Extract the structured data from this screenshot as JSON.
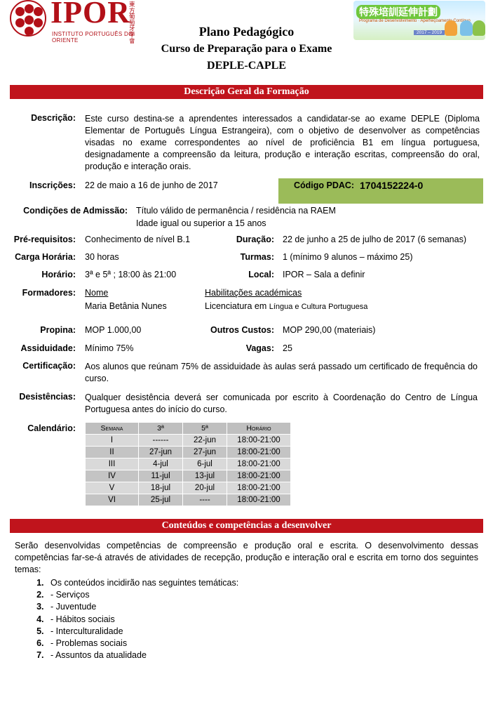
{
  "header": {
    "logo_text": "IPOR",
    "logo_subtitle": "INSTITUTO PORTUGUÊS DO ORIENTE",
    "logo_chinese": "東方葡萄牙學會",
    "banner": {
      "title": "特殊培訓延伸計劃",
      "subtitle": "Programa de Desenvolvimento · Aperfeiçoamento Contínuo",
      "years": "2017 – 2019",
      "accent_color": "#6fc73d"
    },
    "title": "Plano Pedagógico",
    "subtitle": "Curso de Preparação para o Exame",
    "subtitle2": "DEPLE-CAPLE"
  },
  "section1": {
    "heading": "Descrição Geral da Formação",
    "descricao_label": "Descrição:",
    "descricao": "Este curso destina-se a aprendentes interessados a candidatar-se ao exame DEPLE (Diploma Elementar de Português Língua Estrangeira), com o objetivo de desenvolver as competências visadas no exame correspondentes ao nível de proficiência B1 em língua portuguesa, designadamente a compreensão da leitura, produção e interação escritas, compreensão do oral, produção e interação orais.",
    "inscricoes_label": "Inscrições:",
    "inscricoes": "22 de maio a 16 de junho de 2017",
    "pdac_label": "Código PDAC:",
    "pdac_value": "1704152224-0",
    "condicoes_label": "Condições de Admissão:",
    "condicoes_line1": "Título válido de permanência / residência na RAEM",
    "condicoes_line2": "Idade igual ou superior a 15 anos",
    "prereq_label": "Pré-requisitos:",
    "prereq": "Conhecimento de nível B.1",
    "duracao_label": "Duração:",
    "duracao": "22 de junho a 25 de julho de 2017 (6 semanas)",
    "carga_label": "Carga Horária:",
    "carga": "30 horas",
    "turmas_label": "Turmas:",
    "turmas": "1 (mínimo 9 alunos – máximo 25)",
    "horario_label": "Horário:",
    "horario": "3ª e 5ª ; 18:00 às 21:00",
    "local_label": "Local:",
    "local": "IPOR – Sala a definir",
    "formadores_label": "Formadores:",
    "formadores_nome_header": "Nome",
    "formadores_hab_header": "Habilitações académicas",
    "formador_nome": "Maria Betânia Nunes",
    "formador_hab_a": "Licenciatura em ",
    "formador_hab_b": "Língua e Cultura Portuguesa",
    "propina_label": "Propina:",
    "propina": "MOP 1.000,00",
    "outros_label": "Outros Custos:",
    "outros": "MOP 290,00 (materiais)",
    "assiduidade_label": "Assiduidade:",
    "assiduidade": "Mínimo 75%",
    "vagas_label": "Vagas:",
    "vagas": "25",
    "certificacao_label": "Certificação:",
    "certificacao": "Aos alunos que reúnam 75% de assiduidade às aulas será passado um certificado de frequência do curso.",
    "desistencias_label": "Desistências:",
    "desistencias": "Qualquer desistência deverá ser comunicada por escrito à Coordenação do Centro de Língua Portuguesa antes do início do curso.",
    "calendario_label": "Calendário:",
    "calendar": {
      "headers": [
        "Semana",
        "3ª",
        "5ª",
        "Horário"
      ],
      "rows": [
        [
          "I",
          "------",
          "22-jun",
          "18:00-21:00"
        ],
        [
          "II",
          "27-jun",
          "27-jun",
          "18:00-21:00"
        ],
        [
          "III",
          "4-jul",
          "6-jul",
          "18:00-21:00"
        ],
        [
          "IV",
          "11-jul",
          "13-jul",
          "18:00-21:00"
        ],
        [
          "V",
          "18-jul",
          "20-jul",
          "18:00-21:00"
        ],
        [
          "VI",
          "25-jul",
          "----",
          "18:00-21:00"
        ]
      ]
    }
  },
  "section2": {
    "heading": "Conteúdos e competências a desenvolver",
    "intro": "Serão desenvolvidas competências de compreensão e produção oral e escrita. O desenvolvimento dessas competências far-se-á através de atividades de recepção, produção e interação oral e escrita em torno dos seguintes temas:",
    "items": [
      "Os conteúdos incidirão nas seguintes temáticas:",
      "- Serviços",
      "- Juventude",
      "- Hábitos sociais",
      "- Interculturalidade",
      "- Problemas sociais",
      "- Assuntos da atualidade"
    ]
  },
  "colors": {
    "brand_red": "#c0141c",
    "pdac_green": "#9bbb59"
  }
}
